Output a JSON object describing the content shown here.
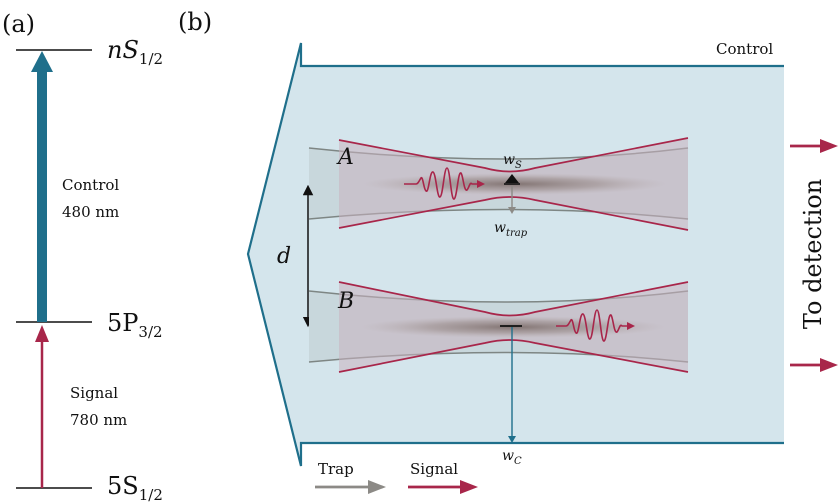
{
  "colors": {
    "control": "#1f6f8b",
    "signal": "#a8264a",
    "trap": "#8c8a86",
    "box_fill": "#d4e5ec",
    "tube_fill": "#cad9df",
    "level_line": "#111111"
  },
  "panel_a": {
    "label": "(a)",
    "levels": {
      "top": {
        "letter": "nS",
        "subscript": "1/2"
      },
      "middle": {
        "letter": "5P",
        "subscript": "3/2"
      },
      "bottom": {
        "letter": "5S",
        "subscript": "1/2"
      }
    },
    "control": {
      "name": "Control",
      "wavelength": "480 nm"
    },
    "signal": {
      "name": "Signal",
      "wavelength": "780 nm"
    }
  },
  "panel_b": {
    "label": "(b)",
    "control_label": "Control",
    "detection_label": "To detection",
    "distance_label": "d",
    "ensemble_a_label": "A",
    "ensemble_b_label": "B",
    "waist_signal": {
      "base": "w",
      "sub": "S"
    },
    "waist_trap": {
      "base": "w",
      "sub": "trap"
    },
    "waist_control": {
      "base": "w",
      "sub": "C"
    },
    "legend": {
      "trap": "Trap",
      "signal": "Signal"
    }
  }
}
